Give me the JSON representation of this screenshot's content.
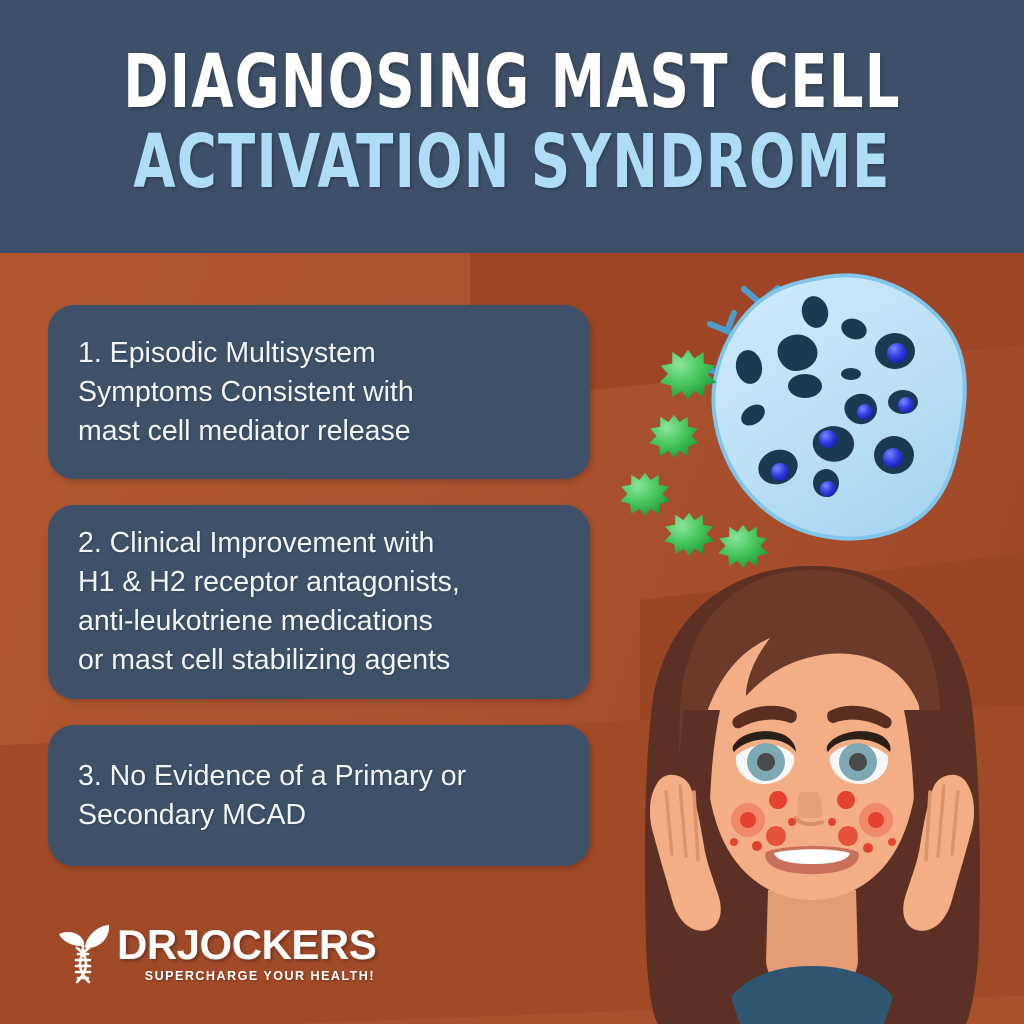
{
  "header": {
    "title_line_1": "DIAGNOSING MAST CELL",
    "title_line_2": "ACTIVATION SYNDROME",
    "bg_color": "#3E5069",
    "line1_color": "#FFFFFF",
    "line2_color": "#AFDDF7"
  },
  "page": {
    "background_color": "#A9512C",
    "box_color": "#3F5169",
    "box_text_color": "#F2F4F6"
  },
  "criteria": [
    {
      "number": "1.",
      "text": "1. Episodic Multisystem\nSymptoms Consistent with\nmast cell mediator release"
    },
    {
      "number": "2.",
      "text": "2. Clinical Improvement with\nH1 & H2 receptor antagonists,\nanti-leukotriene medications\nor mast cell stabilizing agents"
    },
    {
      "number": "3.",
      "text": "3. No Evidence of a Primary or\nSecondary MCAD"
    }
  ],
  "logo": {
    "wordmark": "DRJOCKERS",
    "tagline": "SUPERCHARGE YOUR HEALTH!",
    "mark_icon": "leaf-dna-icon",
    "color": "#FFFFFF"
  },
  "illustrations": {
    "mast_cell": {
      "name": "mast-cell-diagram",
      "cell_fill": "#BFE2F7",
      "cell_stroke": "#7FC4EC",
      "granule_fill": "#1B3A52",
      "granule_core": "#2F3CE0",
      "receptor_color": "#4E9CCB",
      "allergen_color": "#3FBF52",
      "granule_count": 16,
      "receptor_count": 3,
      "allergen_count": 6
    },
    "woman": {
      "name": "woman-with-rash",
      "skin": "#F2AC84",
      "skin_shadow": "#E09B77",
      "hair": "#6B3A2A",
      "hair_dark": "#5A2F22",
      "eye_iris": "#7FA8B5",
      "eye_pupil": "#4A4A4A",
      "eye_white": "#F6F8F8",
      "rash_color": "#E8523F",
      "lip_color": "#C9705A",
      "teeth": "#FFFFFF",
      "shirt": "#2F5670",
      "expression": "worried"
    }
  }
}
